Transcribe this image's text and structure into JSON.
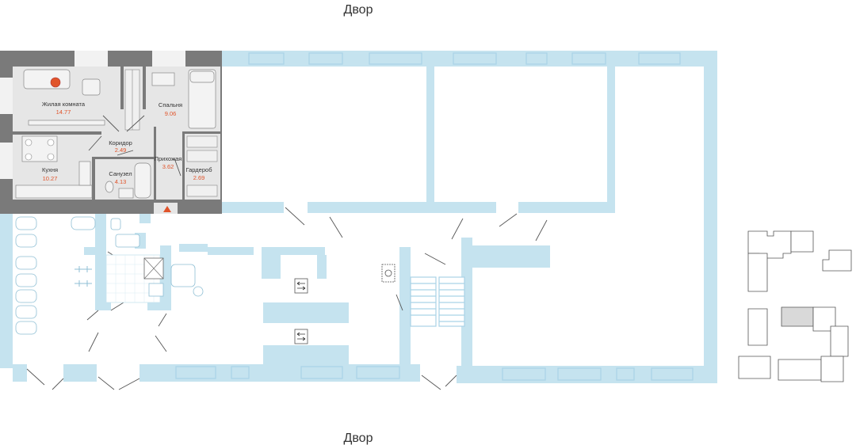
{
  "labels": {
    "yard_top": "Двор",
    "yard_bottom": "Двор"
  },
  "rooms": [
    {
      "id": "living",
      "name": "Жилая комната",
      "area": "14.77"
    },
    {
      "id": "bedroom",
      "name": "Спальня",
      "area": "9.06"
    },
    {
      "id": "corridor",
      "name": "Коридор",
      "area": "2.49"
    },
    {
      "id": "kitchen",
      "name": "Кухня",
      "area": "10.27"
    },
    {
      "id": "bathroom",
      "name": "Санузел",
      "area": "4.13"
    },
    {
      "id": "hall",
      "name": "Прихожая",
      "area": "3.62"
    },
    {
      "id": "wardrobe",
      "name": "Гардероб",
      "area": "2.69"
    }
  ],
  "colors": {
    "apartment_wall": "#7a7a7a",
    "apartment_floor": "#e6e6e6",
    "building_wall": "#c5e3ef",
    "area_text": "#e0542b",
    "entrance_marker": "#e0542b",
    "highlight_building": "#d9d9d9"
  },
  "icons": [
    "entrance-arrow-icon",
    "exit-arrows-icon",
    "elevator-icon",
    "compass-rose-icon"
  ]
}
